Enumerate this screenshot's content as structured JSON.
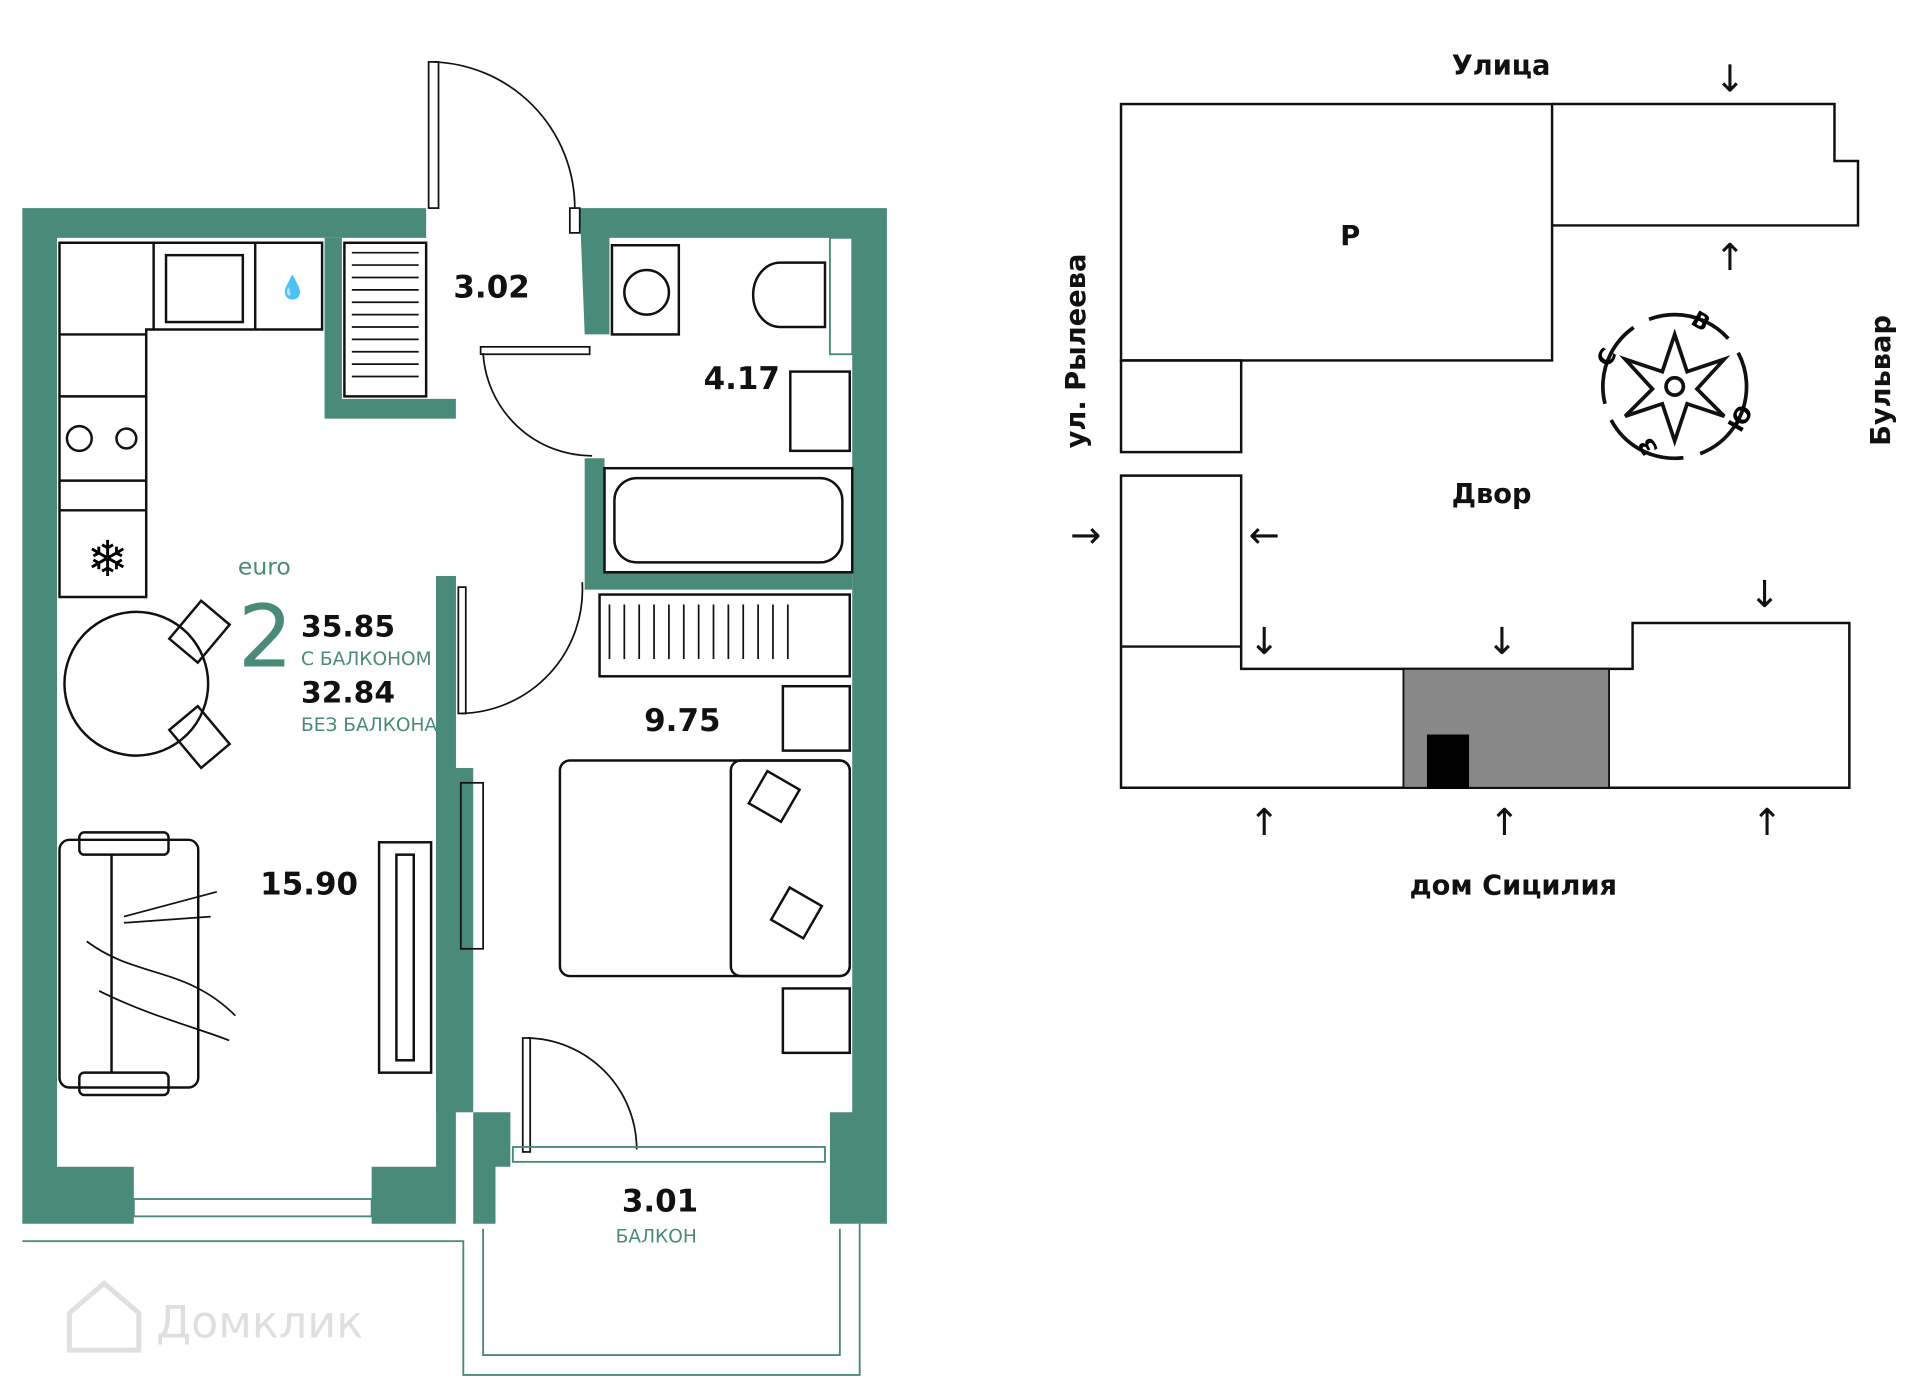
{
  "plan": {
    "type_prefix": "euro",
    "rooms_count": "2",
    "area_with_balcony": "35.85",
    "with_balcony_label": "С БАЛКОНОМ",
    "area_without_balcony": "32.84",
    "without_balcony_label": "БЕЗ БАЛКОНА",
    "rooms": {
      "hall": "3.02",
      "bathroom": "4.17",
      "bedroom": "9.75",
      "living": "15.90",
      "balcony": "3.01",
      "balcony_label": "БАЛКОН"
    },
    "watermark": "Домклик",
    "accent_color": "#4a8a78"
  },
  "site": {
    "street_top": "Улица",
    "street_left": "ул. Рылеева",
    "street_right": "Бульвар",
    "courtyard": "Двор",
    "parking_label": "Р",
    "house_name": "дом Сицилия",
    "compass": {
      "n": "С",
      "e": "В",
      "s": "Ю",
      "w": "З"
    }
  }
}
